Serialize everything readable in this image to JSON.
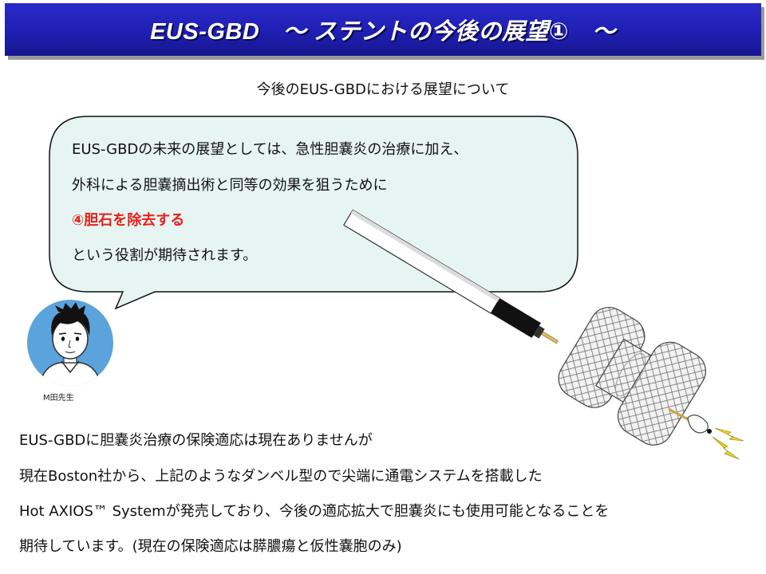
{
  "header": {
    "title": "EUS-GBD　～ ステントの今後の展望①　～"
  },
  "subtitle": "今後のEUS-GBDにおける展望について",
  "bubble": {
    "line1": "EUS-GBDの未来の展望としては、急性胆嚢炎の治療に加え、",
    "line2": "外科による胆嚢摘出術と同等の効果を狙うために",
    "line3_highlight": "④胆石を除去する",
    "line4": "という役割が期待されます。"
  },
  "speaker": {
    "label": "M田先生"
  },
  "body": {
    "line1": "EUS-GBDに胆嚢炎治療の保険適応は現在ありませんが",
    "line2": "現在Boston社から、上記のようなダンベル型ので尖端に通電システムを搭載した",
    "line3": "Hot AXIOS™ Systemが発売しており、今後の適応拡大で胆嚢炎にも使用可能となることを",
    "line4": "期待しています。(現在の保険適応は膵膿瘍と仮性嚢胞のみ)"
  },
  "colors": {
    "title_bar": "#1f1fb3",
    "bubble_fill": "#e6f5f2",
    "highlight": "#e8201c",
    "avatar_bg": "#5aa3dc"
  },
  "icons": {
    "avatar": "person-avatar-icon",
    "device": "stent-device-icon",
    "spark": "electric-spark-icon"
  }
}
